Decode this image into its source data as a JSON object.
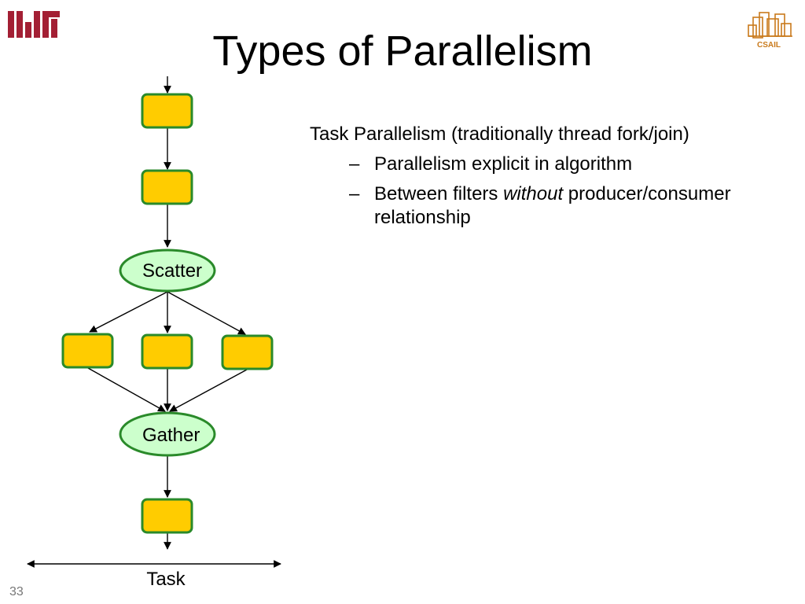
{
  "slide": {
    "title": "Types of Parallelism",
    "page_number": "33"
  },
  "logos": {
    "left": "MIT",
    "right": "CSAIL",
    "accent": "#a31f34",
    "csail_color": "#c97a1c"
  },
  "diagram": {
    "nodes": {
      "scatter": "Scatter",
      "gather": "Gather"
    },
    "axis_label": "Task",
    "colors": {
      "filter_fill": "#ffcc00",
      "node_stroke": "#2a8a2a",
      "ellipse_fill": "#ccffcc"
    }
  },
  "text": {
    "main": "Task Parallelism (traditionally thread fork/join)",
    "bullets": [
      {
        "text": "Parallelism explicit in algorithm"
      },
      {
        "before": "Between filters ",
        "italic": "without",
        "after": " producer/consumer relationship"
      }
    ],
    "dash": "–"
  }
}
